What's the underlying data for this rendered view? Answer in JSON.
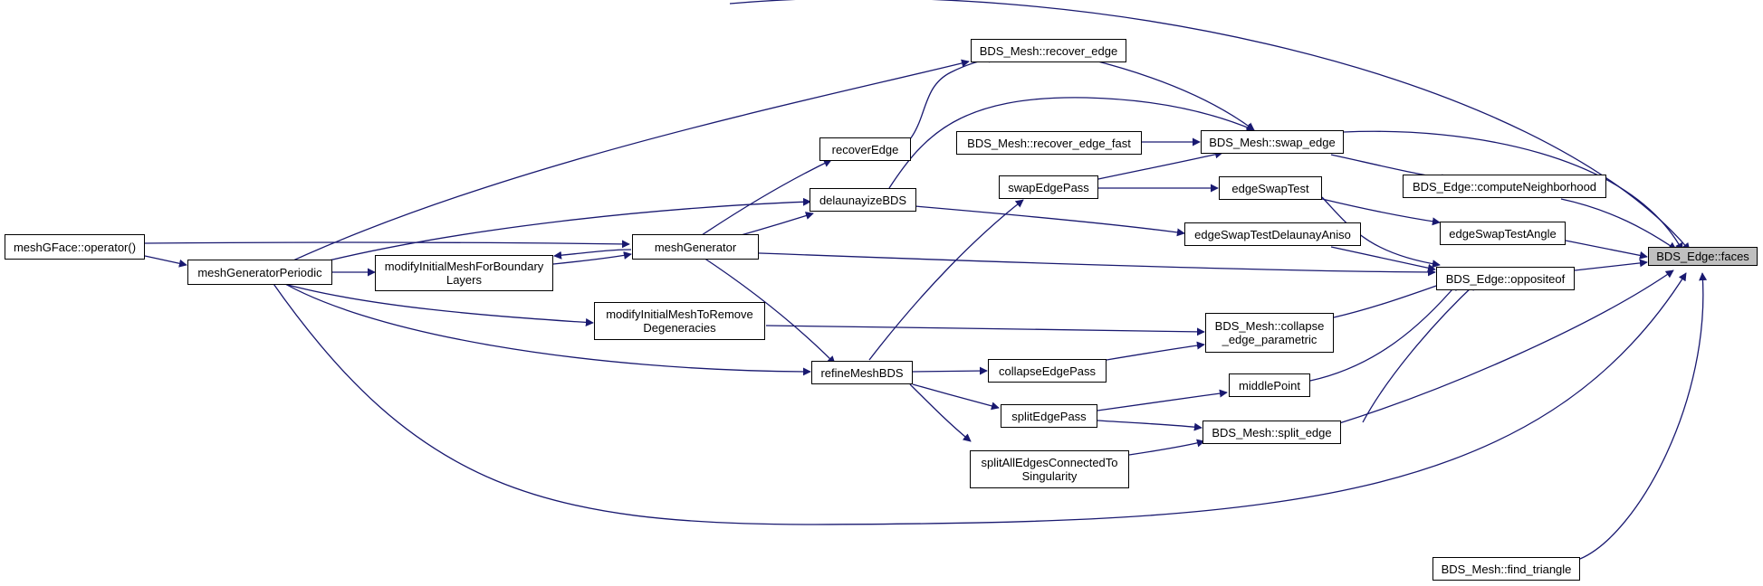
{
  "diagram": {
    "title": "",
    "nodes": {
      "faces": "BDS_Edge::faces",
      "meshGFace_operator": "meshGFace::operator()",
      "meshGeneratorPeriodic": "meshGeneratorPeriodic",
      "modifyInitialMeshForBoundaryLayers": "modifyInitialMeshForBoundary\nLayers",
      "meshGenerator": "meshGenerator",
      "recoverEdge": "recoverEdge",
      "delaunayizeBDS": "delaunayizeBDS",
      "modifyInitialMeshToRemoveDegeneracies": "modifyInitialMeshToRemove\nDegeneracies",
      "refineMeshBDS": "refineMeshBDS",
      "recover_edge": "BDS_Mesh::recover_edge",
      "recover_edge_fast": "BDS_Mesh::recover_edge_fast",
      "swapEdgePass": "swapEdgePass",
      "collapseEdgePass": "collapseEdgePass",
      "splitEdgePass": "splitEdgePass",
      "splitAllEdgesConnectedToSingularity": "splitAllEdgesConnectedTo\nSingularity",
      "swap_edge": "BDS_Mesh::swap_edge",
      "edgeSwapTest": "edgeSwapTest",
      "edgeSwapTestDelaunayAniso": "edgeSwapTestDelaunayAniso",
      "collapse_edge_parametric": "BDS_Mesh::collapse\n_edge_parametric",
      "middlePoint": "middlePoint",
      "split_edge": "BDS_Mesh::split_edge",
      "computeNeighborhood": "BDS_Edge::computeNeighborhood",
      "edgeSwapTestAngle": "edgeSwapTestAngle",
      "oppositeof": "BDS_Edge::oppositeof",
      "find_triangle": "BDS_Mesh::find_triangle"
    },
    "edge_color": "#191970",
    "root_fill": "#bfbfbf"
  }
}
